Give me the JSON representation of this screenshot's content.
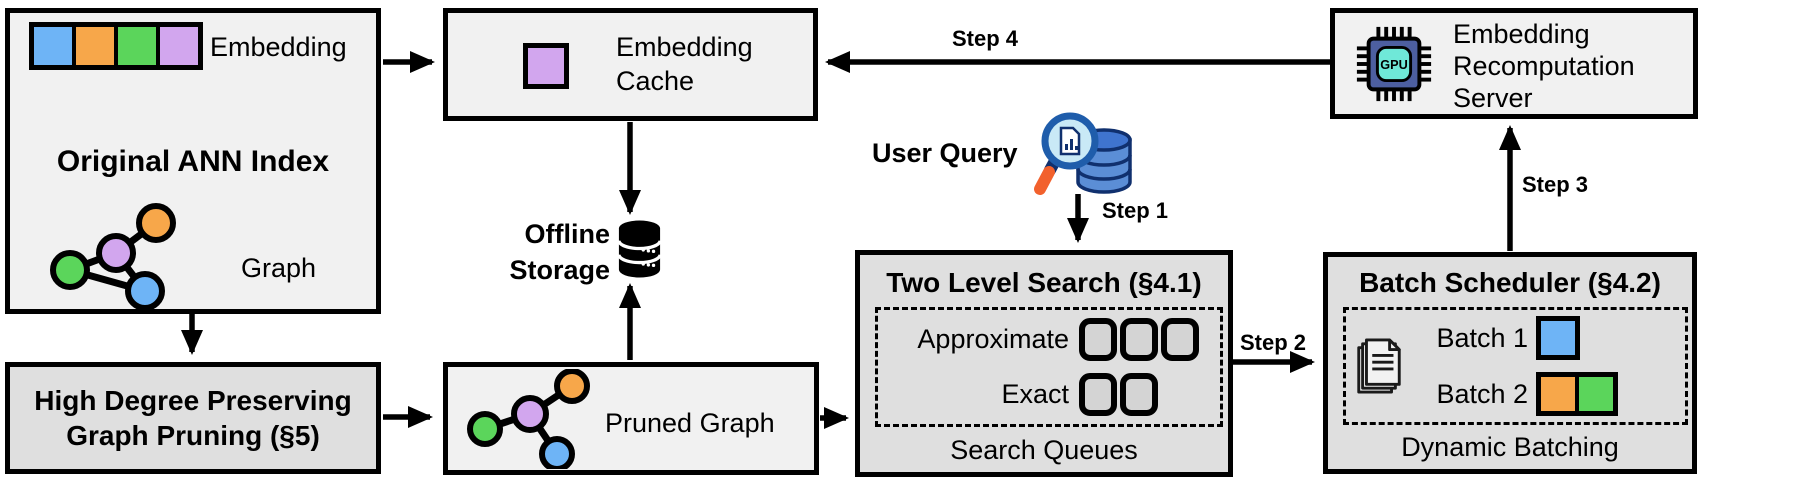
{
  "colors": {
    "blue": "#6eb4f6",
    "orange": "#f7a74a",
    "green": "#5bd55b",
    "purple": "#d2a6ee",
    "box_light": "#f1f1f1",
    "box_shaded": "#dfdfdf",
    "queue_fill": "#d4d4d4",
    "gpu_chip_body": "#4d5fa0",
    "gpu_chip_core": "#6fe8d8",
    "query_db_blue": "#5b8ed6",
    "magnifier_handle_orange": "#f2612d",
    "magnifier_lens": "#c9e9f6"
  },
  "boxes": {
    "original_ann": {
      "embedding_label": "Embedding",
      "title": "Original ANN Index",
      "graph_label": "Graph"
    },
    "embedding_cache": {
      "label": "Embedding\nCache"
    },
    "offline_storage": {
      "label": "Offline\nStorage"
    },
    "user_query": {
      "label": "User Query"
    },
    "two_level_search": {
      "title": "Two Level Search (§4.1)",
      "rows": [
        {
          "label": "Approximate",
          "queue_count": 3
        },
        {
          "label": "Exact",
          "queue_count": 2
        }
      ],
      "footer": "Search Queues"
    },
    "batch_scheduler": {
      "title": "Batch Scheduler (§4.2)",
      "batches": [
        {
          "label": "Batch 1",
          "colors": [
            "blue"
          ]
        },
        {
          "label": "Batch 2",
          "colors": [
            "orange",
            "green"
          ]
        }
      ],
      "footer": "Dynamic Batching"
    },
    "recomputation_server": {
      "label": "Embedding\nRecomputation\nServer",
      "chip_label": "GPU"
    },
    "graph_pruning": {
      "title": "High Degree Preserving\nGraph Pruning (§5)"
    },
    "pruned_graph": {
      "label": "Pruned Graph"
    }
  },
  "steps": {
    "step1": "Step 1",
    "step2": "Step 2",
    "step3": "Step 3",
    "step4": "Step 4"
  }
}
